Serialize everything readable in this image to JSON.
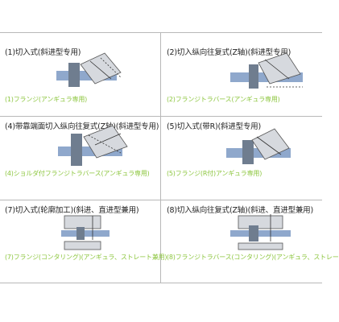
{
  "cells": [
    {
      "title": "(1)切入式(斜进型专用)",
      "caption": "(1)フランジ(アンギュラ専用)"
    },
    {
      "title": "(2)切入纵向往复式(Z轴)(斜进型专用)",
      "caption": "(2)フランジトラバース(アンギュラ専用)"
    },
    {
      "title": "(4)带靠端面切入纵向往复式(Z轴)(斜进型专用)",
      "caption": "(4)ショルダ付フランジトラバース(アンギュラ専用)"
    },
    {
      "title": "(5)切入式(带R)(斜进型专用)",
      "caption": "(5)フランジ(R付)アンギュラ専用)"
    },
    {
      "title": "(7)切入式(轮廓加工)(斜进、直进型兼用)",
      "caption": "(7)フランジ(コンタリング)(アンギュラ、ストレート兼用)"
    },
    {
      "title": "(8)切入纵向往复式(Z轴)(斜进、直进型兼用)",
      "caption": "(8)フランジトラバース(コンタリング)(アンギュラ、ストレー"
    }
  ],
  "colors": {
    "caption": "#8cc63e",
    "border": "#b8b8b8",
    "shaft": "#8fa8cc",
    "wheel": "#c9cdd3"
  }
}
